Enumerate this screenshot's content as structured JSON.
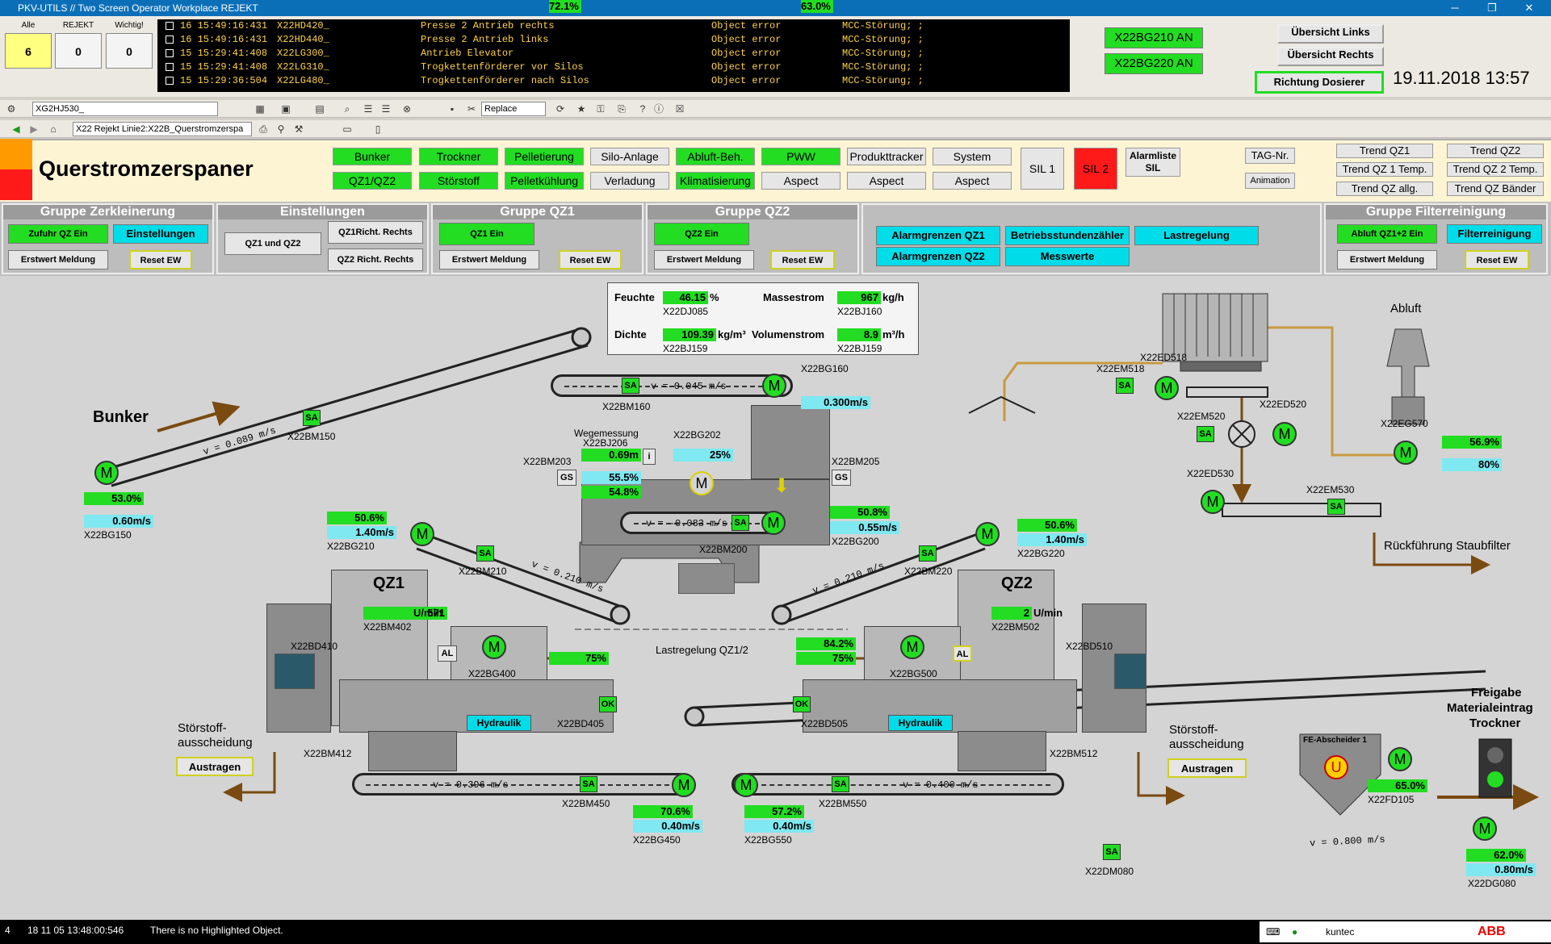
{
  "window": {
    "title": "PKV-UTILS // Two Screen Operator Workplace REJEKT",
    "minimize": "─",
    "maximize": "❐",
    "close": "✕"
  },
  "counters": [
    {
      "label": "Alle",
      "value": "6"
    },
    {
      "label": "REJEKT",
      "value": "0"
    },
    {
      "label": "Wichtig!",
      "value": "0"
    }
  ],
  "alarms": [
    {
      "time": "16 15:49:16:431",
      "tag": "X22HD420_",
      "text": "Presse 2 Antrieb rechts",
      "type": "Object error",
      "info": "MCC-Störung; ;"
    },
    {
      "time": "16 15:49:16:431",
      "tag": "X22HD440_",
      "text": "Presse 2 Antrieb links",
      "type": "Object error",
      "info": "MCC-Störung; ;"
    },
    {
      "time": "15 15:29:41:408",
      "tag": "X22LG300_",
      "text": "Antrieb Elevator",
      "type": "Object error",
      "info": "MCC-Störung; ;"
    },
    {
      "time": "15 15:29:41:408",
      "tag": "X22LG310_",
      "text": "Trogkettenförderer vor Silos",
      "type": "Object error",
      "info": "MCC-Störung; ;"
    },
    {
      "time": "15 15:29:36:504",
      "tag": "X22LG480_",
      "text": "Trogkettenförderer nach Silos",
      "type": "Object error",
      "info": "MCC-Störung; ;"
    }
  ],
  "status_buttons": {
    "bg210": "X22BG210 AN",
    "bg220": "X22BG220 AN"
  },
  "overview": {
    "links": "Übersicht Links",
    "rechts": "Übersicht Rechts",
    "dosierer": "Richtung Dosierer"
  },
  "datetime": "19.11.2018 13:57",
  "toolbar": {
    "object_select": "XG2HJ530_",
    "replace": "Replace",
    "path": "X22 Rejekt Linie2:X22B_Querstromzerspa"
  },
  "page_title": "Querstromzerspaner",
  "nav": {
    "row1": [
      "Bunker",
      "Trockner",
      "Pelletierung",
      "Silo-Anlage",
      "Abluft-Beh.",
      "PWW",
      "Produkttracker",
      "System"
    ],
    "row2": [
      "QZ1/QZ2",
      "Störstoff",
      "Pelletkühlung",
      "Verladung",
      "Klimatisierung",
      "Aspect",
      "Aspect",
      "Aspect"
    ],
    "sil1": "SIL 1",
    "sil2": "SIL 2",
    "alarmliste": "Alarmliste SIL",
    "tagnr": "TAG-Nr.",
    "animation": "Animation",
    "trends": [
      "Trend QZ1",
      "Trend QZ2",
      "Trend QZ 1 Temp.",
      "Trend QZ 2 Temp.",
      "Trend QZ allg.",
      "Trend QZ Bänder"
    ]
  },
  "groups": {
    "zerkleinerung": {
      "title": "Gruppe Zerkleinerung",
      "zufuhr": "Zufuhr QZ Ein",
      "einstellungen": "Einstellungen",
      "erstwert": "Erstwert Meldung",
      "reset": "Reset EW"
    },
    "einstellungen": {
      "title": "Einstellungen",
      "qz1qz2": "QZ1 und QZ2",
      "qz1richt": "QZ1Richt. Rechts",
      "qz2richt": "QZ2 Richt. Rechts"
    },
    "qz1": {
      "title": "Gruppe QZ1",
      "ein": "QZ1 Ein",
      "erstwert": "Erstwert Meldung",
      "reset": "Reset EW"
    },
    "qz2": {
      "title": "Gruppe QZ2",
      "ein": "QZ2 Ein",
      "erstwert": "Erstwert Meldung",
      "reset": "Reset EW"
    },
    "mid": {
      "alarmgrenzen1": "Alarmgrenzen QZ1",
      "betriebs": "Betriebsstundenzähler",
      "lastregelung": "Lastregelung",
      "alarmgrenzen2": "Alarmgrenzen QZ2",
      "messwerte": "Messwerte"
    },
    "filter": {
      "title": "Gruppe Filterreinigung",
      "abluft": "Abluft QZ1+2 Ein",
      "filterreinigung": "Filterreinigung",
      "erstwert": "Erstwert Meldung",
      "reset": "Reset EW"
    }
  },
  "process": {
    "infobox": {
      "feuchte_label": "Feuchte",
      "feuchte": "46.15",
      "feuchte_unit": "%",
      "feuchte_tag": "X22DJ085",
      "masse_label": "Massestrom",
      "masse": "967",
      "masse_unit": "kg/h",
      "masse_tag": "X22BJ160",
      "dichte_label": "Dichte",
      "dichte": "109.39",
      "dichte_unit": "kg/m³",
      "dichte_tag": "X22BJ159",
      "vol_label": "Volumenstrom",
      "vol": "8.9",
      "vol_unit": "m³/h",
      "vol_tag": "X22BJ159"
    },
    "bunker": "Bunker",
    "bm150": {
      "tag": "X22BM150",
      "speed": "v = 0.089 m/s"
    },
    "bg150": {
      "pct": "53.0%",
      "speed": "0.60m/s",
      "tag": "X22BG150"
    },
    "bm160": {
      "tag": "X22BM160",
      "speed": "v = 0.045 m/s"
    },
    "bg160": {
      "tag": "X22BG160",
      "pct": "63.0%",
      "speed": "0.300m/s"
    },
    "wege": {
      "label": "Wegemessung",
      "tag": "X22BJ206",
      "value": "0.69m",
      "info": "i"
    },
    "bg202": {
      "tag": "X22BG202",
      "value": "25%"
    },
    "bm203": {
      "tag": "X22BM203",
      "gs": "GS",
      "v1": "55.5%",
      "v2": "54.8%"
    },
    "bm205": {
      "tag": "X22BM205",
      "gs": "GS"
    },
    "bm200": {
      "tag": "X22BM200",
      "speed": "v = -0.083 m/s"
    },
    "bg200": {
      "pct": "50.8%",
      "speed": "0.55m/s",
      "tag": "X22BG200"
    },
    "bg210": {
      "pct": "50.6%",
      "speed": "1.40m/s",
      "tag": "X22BG210"
    },
    "bg220": {
      "pct": "50.6%",
      "speed": "1.40m/s",
      "tag": "X22BG220"
    },
    "bm210": {
      "tag": "X22BM210",
      "speed": "v = 0.210 m/s"
    },
    "bm220": {
      "tag": "X22BM220",
      "speed": "v = 0.210 m/s"
    },
    "qz1": {
      "title": "QZ1",
      "rpm": "571",
      "unit": "U/min",
      "tag": "X22BM402"
    },
    "qz2": {
      "title": "QZ2",
      "rpm": "2",
      "unit": "U/min",
      "tag": "X22BM502"
    },
    "bd410": "X22BD410",
    "bd510": "X22BD510",
    "bg400": {
      "tag": "X22BG400",
      "v1": "72.1%",
      "v2": "75%",
      "al": "AL"
    },
    "bg500": {
      "tag": "X22BG500",
      "v1": "84.2%",
      "v2": "75%",
      "al": "AL"
    },
    "bd405": {
      "tag": "X22BD405",
      "ok": "OK",
      "hydraulik": "Hydraulik"
    },
    "bd505": {
      "tag": "X22BD505",
      "ok": "OK",
      "hydraulik": "Hydraulik"
    },
    "lastregelung": "Lastregelung QZ1/2",
    "stoer_left": {
      "label1": "Störstoff-",
      "label2": "ausscheidung",
      "btn": "Austragen",
      "tag": "X22BM412"
    },
    "stoer_right": {
      "label1": "Störstoff-",
      "label2": "ausscheidung",
      "btn": "Austragen",
      "tag": "X22BM512"
    },
    "bm450": {
      "tag": "X22BM450",
      "speed": "v = 0.396 m/s"
    },
    "bm550": {
      "tag": "X22BM550",
      "speed": "v = 0.400 m/s"
    },
    "bg450": {
      "pct": "70.6%",
      "speed": "0.40m/s",
      "tag": "X22BG450"
    },
    "bg550": {
      "pct": "57.2%",
      "speed": "0.40m/s",
      "tag": "X22BG550"
    },
    "dm080": {
      "tag": "X22DM080",
      "speed": "v = 0.800 m/s"
    },
    "dg080": {
      "pct": "62.0%",
      "speed": "0.80m/s",
      "tag": "X22DG080"
    },
    "fe": {
      "label": "FE-Abscheider 1",
      "pct": "65.0%",
      "tag": "X22FD105"
    },
    "freigabe": {
      "l1": "Freigabe",
      "l2": "Materialeintrag",
      "l3": "Trockner"
    },
    "abluft": "Abluft",
    "ed518": "X22ED518",
    "em518": "X22EM518",
    "em520": "X22EM520",
    "ed520": "X22ED520",
    "ed530": "X22ED530",
    "em530": "X22EM530",
    "eg570": {
      "tag": "X22EG570",
      "v1": "56.9%",
      "v2": "80%"
    },
    "rueck": "Rückführung Staubfilter",
    "m": "M",
    "sa": "SA"
  },
  "status": {
    "num": "4",
    "time": "18 11 05 13:48:00:546",
    "msg": "There is no Highlighted Object.",
    "user": "kuntec",
    "brand": "ABB"
  }
}
